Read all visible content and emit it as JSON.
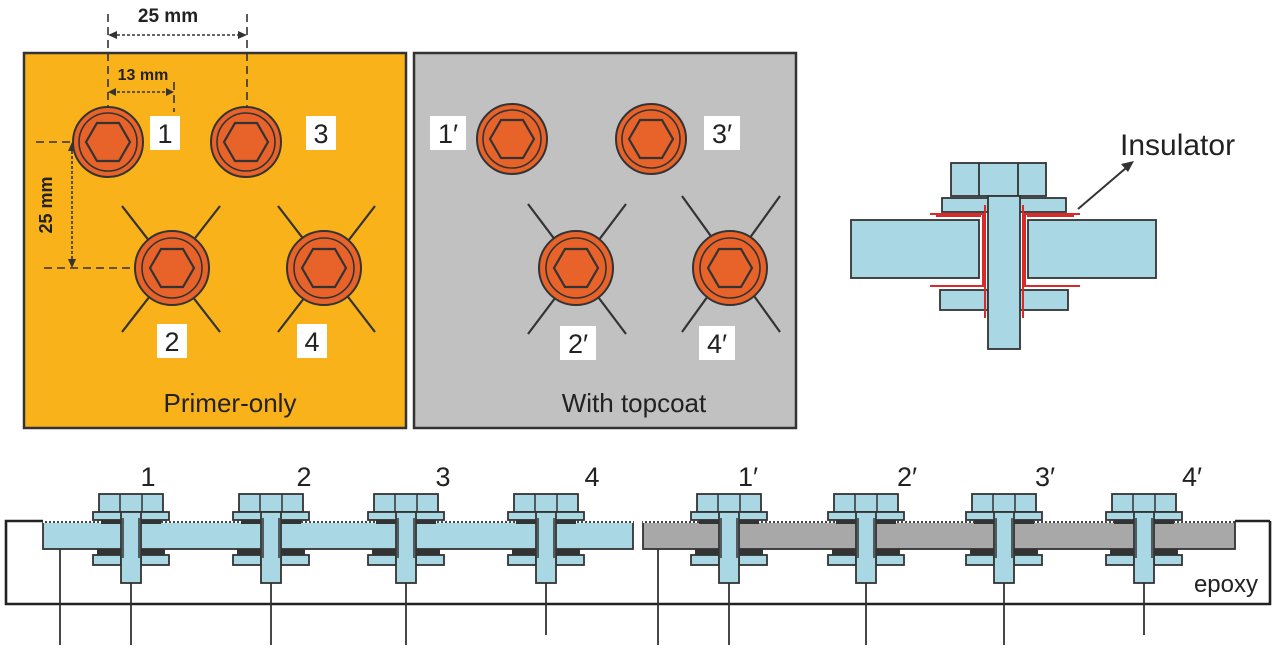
{
  "panels": {
    "primer": {
      "caption": "Primer-only",
      "bolts": [
        "1",
        "2",
        "3",
        "4"
      ],
      "fill": "#f9b21a"
    },
    "topcoat": {
      "caption": "With topcoat",
      "bolts": [
        "1′",
        "2′",
        "3′",
        "4′"
      ],
      "fill": "#c1c1c1"
    }
  },
  "dimensions": {
    "horizontal_outer": "25 mm",
    "horizontal_inner": "13 mm",
    "vertical": "25 mm"
  },
  "detail": {
    "insulator_label": "Insulator"
  },
  "cross_section": {
    "left_labels": [
      "1",
      "2",
      "3",
      "4"
    ],
    "right_labels": [
      "1′",
      "2′",
      "3′",
      "4′"
    ],
    "epoxy_label": "epoxy"
  },
  "colors": {
    "primer": "#f9b21a",
    "topcoat_panel": "#c1c1c1",
    "bolt_outer": "#e8632a",
    "bolt_hex": "#e8632a",
    "bolt_metal": "#a9d7e3",
    "topcoat_plate": "#a8a8a8",
    "insulator": "#d82a2a"
  }
}
